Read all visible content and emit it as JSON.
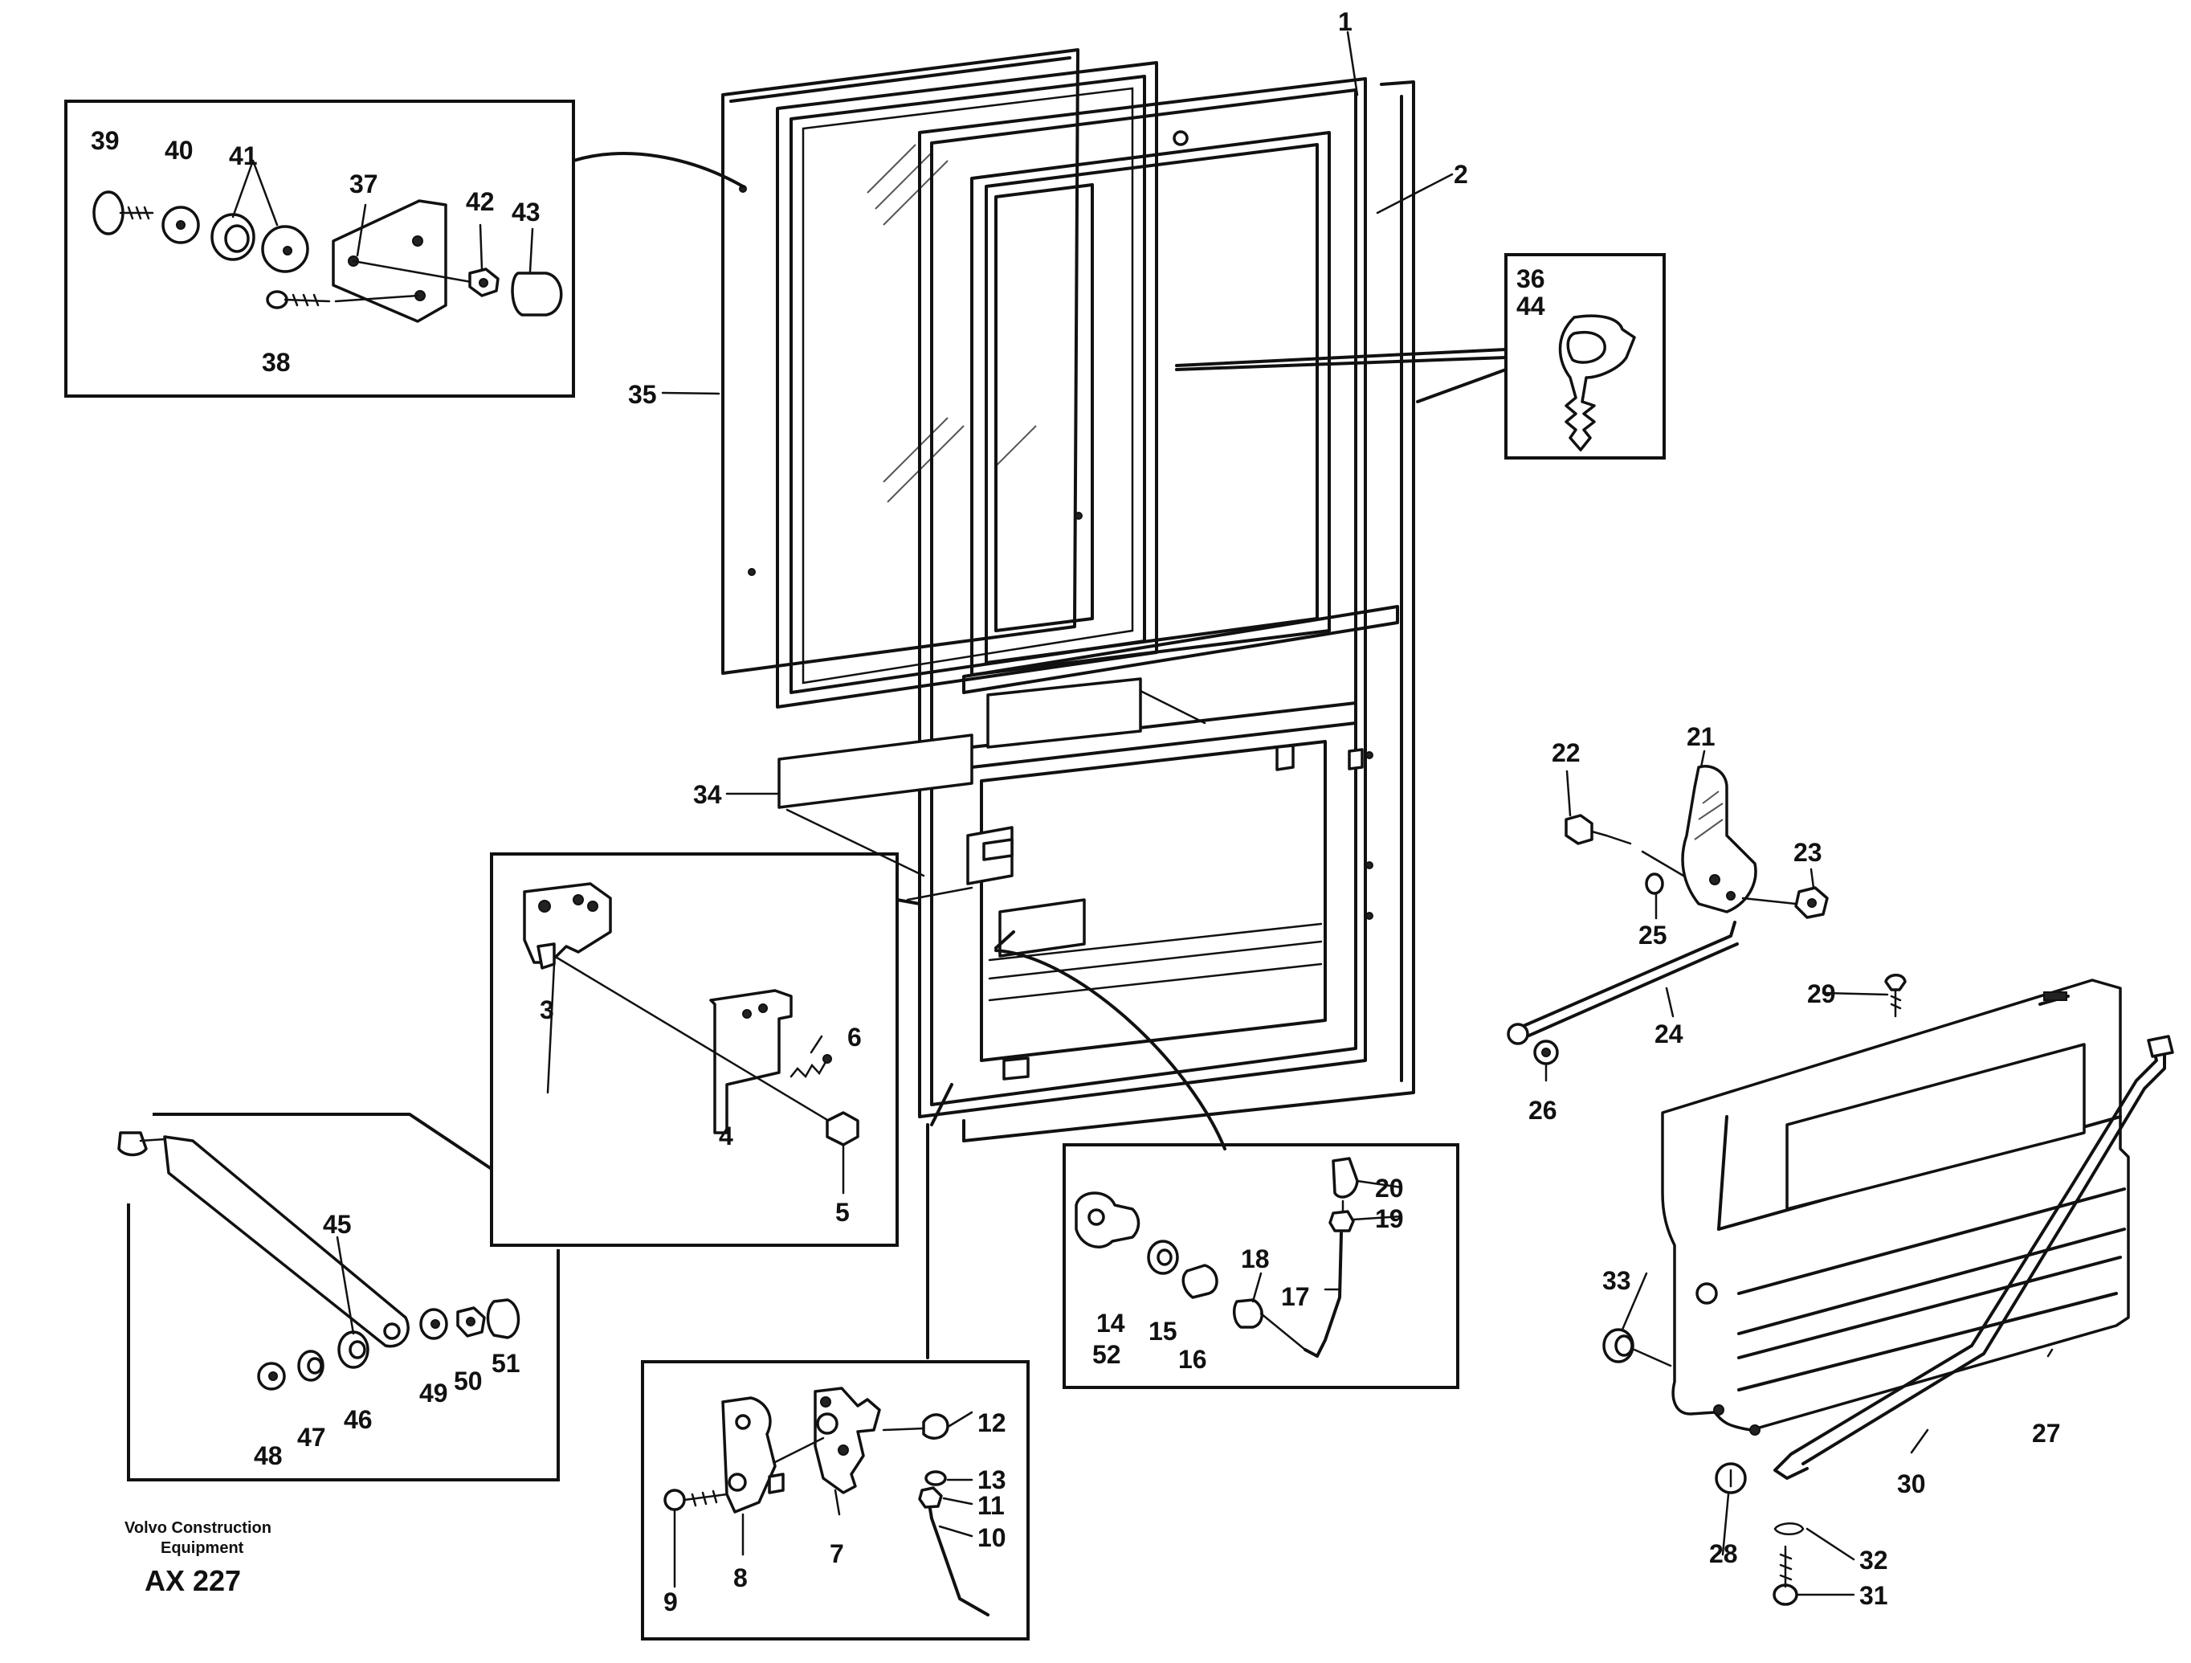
{
  "diagram": {
    "callouts": {
      "c1": "1",
      "c2": "2",
      "c3": "3",
      "c4": "4",
      "c5": "5",
      "c6": "6",
      "c7": "7",
      "c8": "8",
      "c9": "9",
      "c10": "10",
      "c11": "11",
      "c12": "12",
      "c13": "13",
      "c14": "14",
      "c15": "15",
      "c16": "16",
      "c17": "17",
      "c18": "18",
      "c19": "19",
      "c20": "20",
      "c21": "21",
      "c22": "22",
      "c23": "23",
      "c24": "24",
      "c25": "25",
      "c26": "26",
      "c27": "27",
      "c28": "28",
      "c29": "29",
      "c30": "30",
      "c31": "31",
      "c32": "32",
      "c33": "33",
      "c34": "34",
      "c35": "35",
      "c36": "36",
      "c37": "37",
      "c38": "38",
      "c39": "39",
      "c40": "40",
      "c41": "41",
      "c42": "42",
      "c43": "43",
      "c44": "44",
      "c45": "45",
      "c46": "46",
      "c47": "47",
      "c48": "48",
      "c49": "49",
      "c50": "50",
      "c51": "51",
      "c52": "52"
    },
    "footer": {
      "line1": "Volvo Construction",
      "line2": "Equipment",
      "code": "AX 227"
    }
  }
}
